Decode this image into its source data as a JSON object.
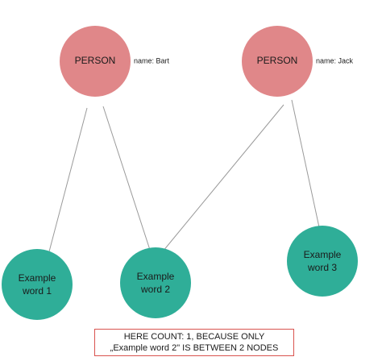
{
  "nodes": {
    "person_bart": {
      "label": "PERSON",
      "property": "name:  Bart"
    },
    "person_jack": {
      "label": "PERSON",
      "property": "name:  Jack"
    },
    "word_1": {
      "line1": "Example",
      "line2": "word 1"
    },
    "word_2": {
      "line1": "Example",
      "line2": "word 2"
    },
    "word_3": {
      "line1": "Example",
      "line2": "word 3"
    }
  },
  "note": {
    "line1": "HERE COUNT: 1, BECAUSE ONLY",
    "line2": "„Example word 2\" IS BETWEEN 2 NODES"
  },
  "colors": {
    "person_fill": "#e08789",
    "word_fill": "#2fae98",
    "edge": "#9a9a9a",
    "note_border": "#d9534f"
  }
}
